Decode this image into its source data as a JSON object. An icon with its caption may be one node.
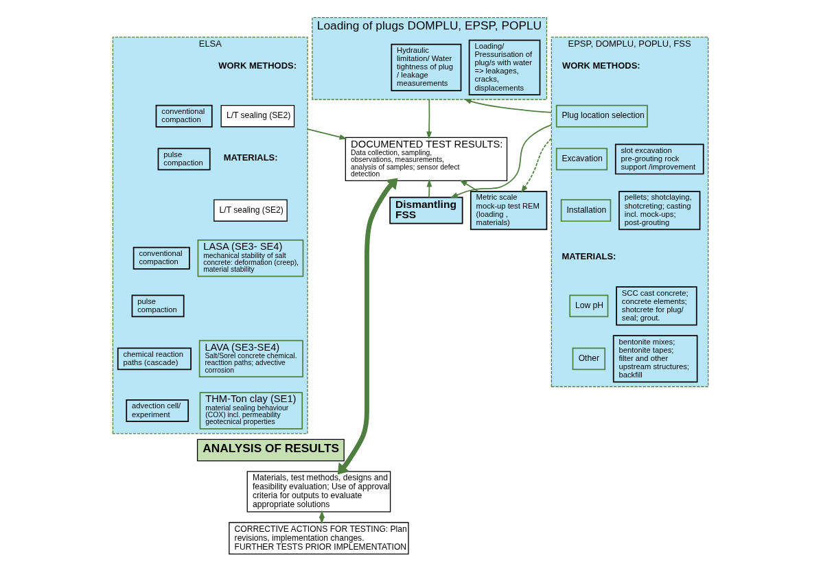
{
  "diagram": {
    "nodes": [
      {
        "text": [
          "EPSP, DOMPLU, POPLU, FSS"
        ]
      },
      {
        "text": [
          "Plug location selection"
        ],
        "in": 0
      },
      {
        "text": [
          "Excavation"
        ],
        "in": 0
      },
      {
        "text": [
          "slot excavation pre-grouting rock support /improvement"
        ],
        "in": 0
      },
      {
        "text": [
          "Installation"
        ],
        "in": 0
      },
      {
        "text": [
          "pellets; shotclaying, shotcreting; casting incl. mock-ups; post-grouting"
        ],
        "in": 0
      },
      {
        "text": [
          "Low pH"
        ],
        "in": 0
      },
      {
        "text": [
          "SCC cast concrete; concrete elements; shotcrete for plug/ seal; grout."
        ],
        "in": 0
      },
      {
        "text": [
          "Other"
        ],
        "in": 0
      },
      {
        "text": [
          "bentonite mixes; bentonite tapes; filter and other upstream structures; backfill"
        ],
        "in": 0
      },
      {
        "text": [
          "Loading of plugs DOMPLU, EPSP, POPLU"
        ]
      },
      {
        "text": [
          "Hydraulic limitation/ Water tightness of plug / leakage measurements"
        ],
        "in": 10
      },
      {
        "text": [
          "Loading/ Pressurisation of plug/s with water => leakages, cracks, displacements"
        ],
        "in": 10
      },
      {
        "text": [
          "DOCUMENTED TEST RESULTS:",
          "Data collection, sampling, observations, measurements, analysis of samples; sensor defect detection"
        ]
      },
      {
        "text": [
          "Dismantling FSS"
        ]
      },
      {
        "text": [
          "Metric scale mock-up test REM (loading , materials)"
        ]
      },
      {
        "text": [
          "ELSA"
        ]
      },
      {
        "text": [
          "L/T sealing (SE2)"
        ],
        "in": 16
      },
      {
        "text": [
          "L/T sealing (SE2)"
        ],
        "in": 16
      },
      {
        "text": [
          "conventional compaction"
        ],
        "in": 16
      },
      {
        "text": [
          "pulse compaction"
        ],
        "in": 16
      },
      {
        "text": [
          "LASA (SE3- SE4)",
          "mechanical stability of salt concrete: deformation (creep), material stability"
        ],
        "in": 16
      },
      {
        "text": [
          "conventional compaction"
        ],
        "in": 16
      },
      {
        "text": [
          "pulse compaction"
        ],
        "in": 16
      },
      {
        "text": [
          "LAVA (SE3-SE4)",
          "Salt/Sorel concrete chemical. reacttion paths; advective corrosion"
        ],
        "in": 16
      },
      {
        "text": [
          "chemical reaction paths (cascade)"
        ],
        "in": 16
      },
      {
        "text": [
          "advection cell/ experiment"
        ],
        "in": 16
      },
      {
        "text": [
          "THM-Ton clay (SE1)",
          "material sealing behaviour (COX) incl. permeability geotecnical properties"
        ],
        "in": 16
      },
      {
        "text": [
          "ANALYSIS OF RESULTS"
        ]
      },
      {
        "text": [
          "Materials, test methods, designs and feasibility evaluation; Use of approval criteria for outputs to evaluate appropriate solutions"
        ]
      },
      {
        "text": [
          "CORRECTIVE ACTIONS FOR TESTING: Plan revisions, implementation changes. FURTHER TESTS PRIOR IMPLEMENTATION"
        ]
      }
    ],
    "edges": [
      {
        "from": 0,
        "to": 10,
        "arrow": "to"
      },
      {
        "from": 10,
        "to": 13,
        "arrow": "to"
      },
      {
        "from": 16,
        "to": 13,
        "arrow": "to"
      },
      {
        "from": 14,
        "to": 13,
        "arrow": "to"
      },
      {
        "from": 15,
        "to": 13,
        "arrow": "to"
      },
      {
        "from": 0,
        "to": 14,
        "arrow": "to"
      },
      {
        "from": 0,
        "to": 15,
        "arrow": "to",
        "style": "dashed"
      },
      {
        "from": 13,
        "to": 29,
        "arrow": "both",
        "style": "thick"
      },
      {
        "from": 29,
        "to": 30,
        "arrow": "both"
      }
    ],
    "labels": [
      "WORK METHODS:",
      "MATERIALS:",
      "WORK METHODS:",
      "MATERIALS:"
    ]
  }
}
